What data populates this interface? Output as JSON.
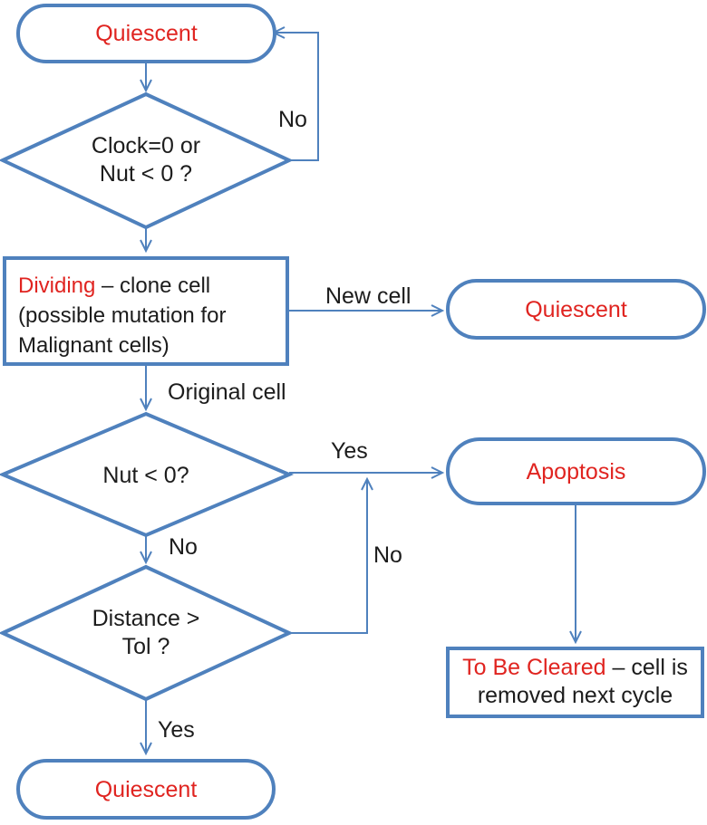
{
  "palette": {
    "shape_blue": "#4f81bd",
    "text_red": "#e02420",
    "text_ink": "#1c1c1c"
  },
  "nodes": {
    "quiescent_top": {
      "label": "Quiescent"
    },
    "decision_clock": {
      "line1": "Clock=0 or",
      "line2": "Nut < 0 ?"
    },
    "dividing": {
      "title": "Dividing",
      "rest": " – clone cell (possible mutation for Malignant cells)"
    },
    "quiescent_new": {
      "label": "Quiescent"
    },
    "decision_nut": {
      "label": "Nut < 0?"
    },
    "apoptosis": {
      "label": "Apoptosis"
    },
    "decision_distance": {
      "line1": "Distance >",
      "line2": "Tol ?"
    },
    "to_be_cleared": {
      "title": "To Be Cleared",
      "rest": " – cell is removed next cycle"
    },
    "quiescent_bottom": {
      "label": "Quiescent"
    }
  },
  "edge_labels": {
    "no_loop": "No",
    "new_cell": "New cell",
    "original_cell": "Original cell",
    "yes_apoptosis": "Yes",
    "no_below_nut": "No",
    "no_up_right": "No",
    "yes_bottom": "Yes"
  }
}
